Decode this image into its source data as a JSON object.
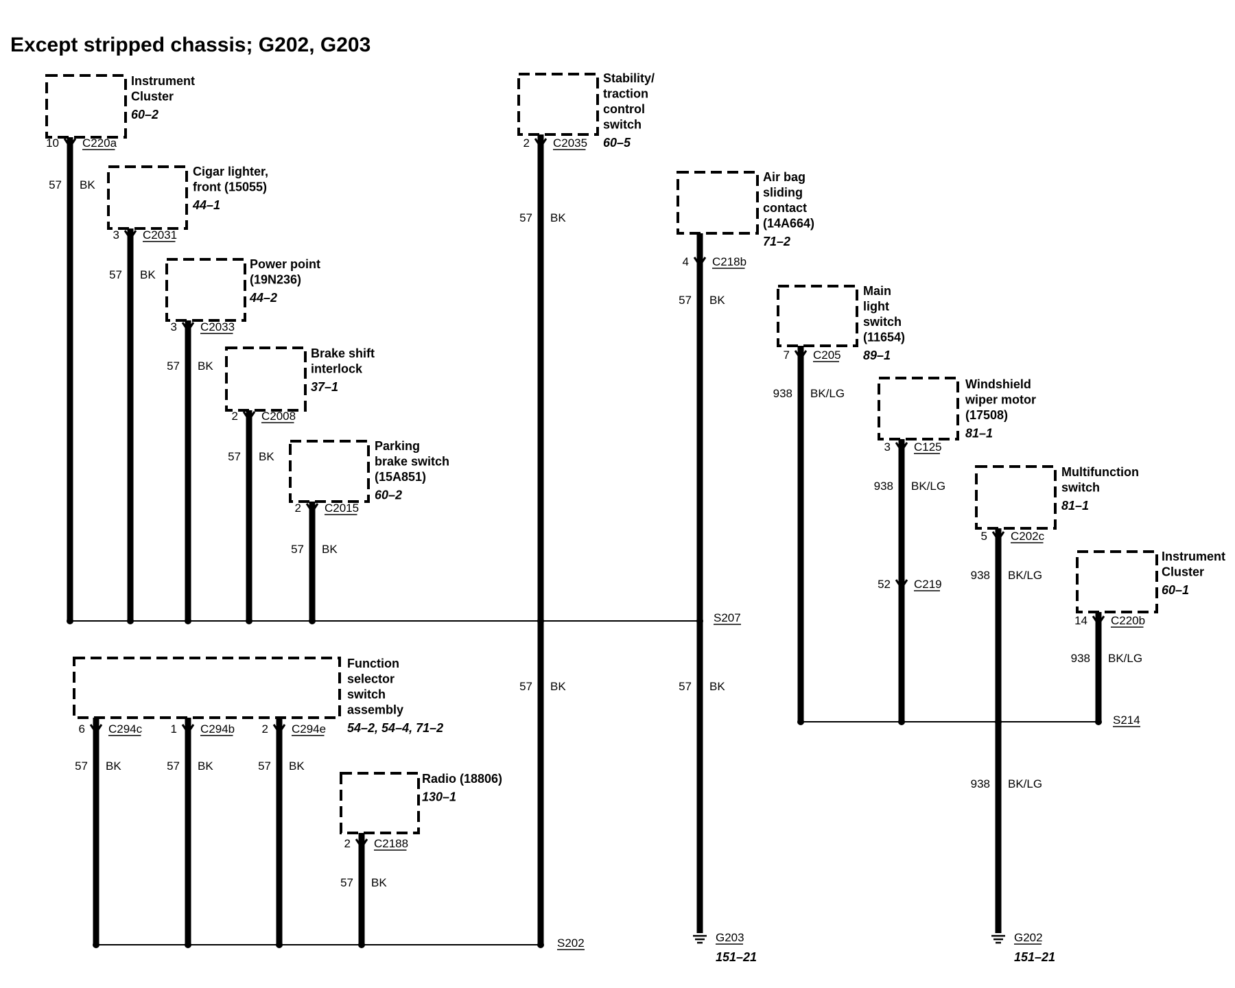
{
  "title": "Except stripped chassis; G202, G203",
  "components": [
    {
      "id": "ic1",
      "lines": [
        "Instrument",
        "Cluster"
      ],
      "ref": "60-2"
    },
    {
      "id": "cig",
      "lines": [
        "Cigar lighter,",
        "front (15055)"
      ],
      "ref": "44-1"
    },
    {
      "id": "pwr",
      "lines": [
        "Power point",
        "(19N236)"
      ],
      "ref": "44-2"
    },
    {
      "id": "bsi",
      "lines": [
        "Brake shift",
        "interlock"
      ],
      "ref": "37-1"
    },
    {
      "id": "pbs",
      "lines": [
        "Parking",
        "brake switch",
        "(15A851)"
      ],
      "ref": "60-2"
    },
    {
      "id": "stc",
      "lines": [
        "Stability/",
        "traction",
        "control",
        "switch"
      ],
      "ref": "60-5"
    },
    {
      "id": "air",
      "lines": [
        "Air bag",
        "sliding",
        "contact",
        "(14A664)"
      ],
      "ref": "71-2"
    },
    {
      "id": "mls",
      "lines": [
        "Main",
        "light",
        "switch",
        "(11654)"
      ],
      "ref": "89-1"
    },
    {
      "id": "wwm",
      "lines": [
        "Windshield",
        "wiper motor",
        "(17508)"
      ],
      "ref": "81-1"
    },
    {
      "id": "mfs",
      "lines": [
        "Multifunction",
        "switch"
      ],
      "ref": "81-1"
    },
    {
      "id": "ic2",
      "lines": [
        "Instrument",
        "Cluster"
      ],
      "ref": "60-1"
    },
    {
      "id": "fss",
      "lines": [
        "Function",
        "selector",
        "switch",
        "assembly"
      ],
      "ref": "54-2, 54-4, 71-2"
    },
    {
      "id": "rad",
      "lines": [
        "Radio (18806)"
      ],
      "ref": "130-1"
    }
  ],
  "connectors": [
    {
      "id": "c1",
      "pin": "10",
      "name": "C220a"
    },
    {
      "id": "c2",
      "pin": "3",
      "name": "C2031"
    },
    {
      "id": "c3",
      "pin": "3",
      "name": "C2033"
    },
    {
      "id": "c4",
      "pin": "2",
      "name": "C2008"
    },
    {
      "id": "c5",
      "pin": "2",
      "name": "C2015"
    },
    {
      "id": "c6",
      "pin": "2",
      "name": "C2035"
    },
    {
      "id": "c7",
      "pin": "4",
      "name": "C218b"
    },
    {
      "id": "c8",
      "pin": "7",
      "name": "C205"
    },
    {
      "id": "c9",
      "pin": "3",
      "name": "C125"
    },
    {
      "id": "c10",
      "pin": "52",
      "name": "C219"
    },
    {
      "id": "c11",
      "pin": "5",
      "name": "C202c"
    },
    {
      "id": "c12",
      "pin": "14",
      "name": "C220b"
    },
    {
      "id": "c13",
      "pin": "6",
      "name": "C294c"
    },
    {
      "id": "c14",
      "pin": "1",
      "name": "C294b"
    },
    {
      "id": "c15",
      "pin": "2",
      "name": "C294e"
    },
    {
      "id": "c16",
      "pin": "2",
      "name": "C2188"
    }
  ],
  "wires": [
    {
      "id": "w1",
      "circuit": "57",
      "color": "BK"
    },
    {
      "id": "w2",
      "circuit": "57",
      "color": "BK"
    },
    {
      "id": "w3",
      "circuit": "57",
      "color": "BK"
    },
    {
      "id": "w4",
      "circuit": "57",
      "color": "BK"
    },
    {
      "id": "w5",
      "circuit": "57",
      "color": "BK"
    },
    {
      "id": "w6",
      "circuit": "57",
      "color": "BK"
    },
    {
      "id": "w7",
      "circuit": "57",
      "color": "BK"
    },
    {
      "id": "w8",
      "circuit": "938",
      "color": "BK/LG"
    },
    {
      "id": "w9",
      "circuit": "938",
      "color": "BK/LG"
    },
    {
      "id": "w10",
      "circuit": "938",
      "color": "BK/LG"
    },
    {
      "id": "w11",
      "circuit": "938",
      "color": "BK/LG"
    },
    {
      "id": "w12",
      "circuit": "57",
      "color": "BK"
    },
    {
      "id": "w13",
      "circuit": "57",
      "color": "BK"
    },
    {
      "id": "w14",
      "circuit": "57",
      "color": "BK"
    },
    {
      "id": "w15",
      "circuit": "57",
      "color": "BK"
    },
    {
      "id": "w16",
      "circuit": "57",
      "color": "BK"
    },
    {
      "id": "w17",
      "circuit": "57",
      "color": "BK"
    },
    {
      "id": "w18",
      "circuit": "938",
      "color": "BK/LG"
    }
  ],
  "splices": [
    {
      "id": "s1",
      "name": "S207"
    },
    {
      "id": "s2",
      "name": "S214"
    },
    {
      "id": "s3",
      "name": "S202"
    }
  ],
  "grounds": [
    {
      "id": "g1",
      "name": "G203",
      "ref": "151-21"
    },
    {
      "id": "g2",
      "name": "G202",
      "ref": "151-21"
    }
  ]
}
